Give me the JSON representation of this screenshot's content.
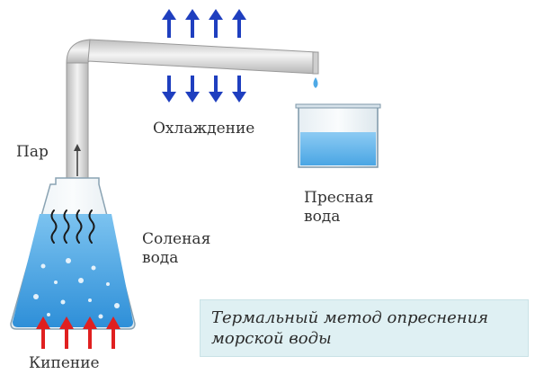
{
  "labels": {
    "steam": "Пар",
    "cooling": "Охлаждение",
    "salt_water_line1": "Соленая",
    "salt_water_line2": "вода",
    "fresh_water_line1": "Пресная",
    "fresh_water_line2": "вода",
    "boiling": "Кипение"
  },
  "caption": {
    "line1": "Термальный метод опреснения",
    "line2": "морской воды"
  },
  "colors": {
    "cooling_arrows": "#1f3fbf",
    "heating_arrows": "#e02020",
    "water": "#4ea9e6",
    "pipe": "#d9d9d9",
    "caption_bg": "#dff0f3"
  },
  "icons": {
    "cooling_up": "arrow-up-icon",
    "cooling_down": "arrow-down-icon",
    "heating": "arrow-up-icon",
    "steam_arrow": "arrow-up-icon",
    "vapor": "wavy-vapor-icon"
  }
}
